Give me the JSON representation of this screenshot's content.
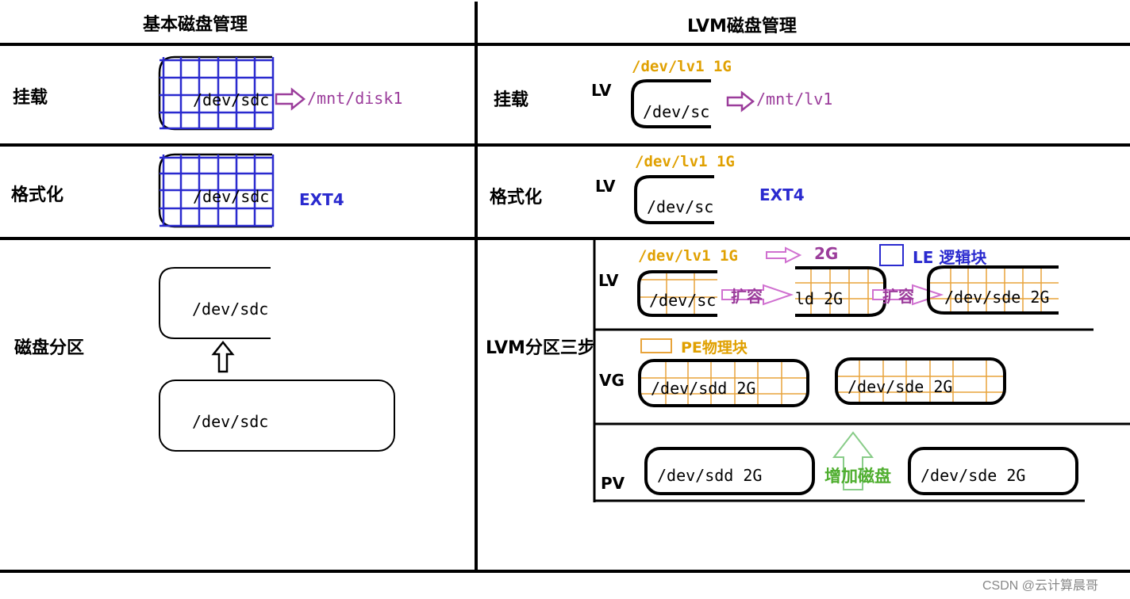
{
  "headers": {
    "basic": "基本磁盘管理",
    "lvm": "LVM磁盘管理"
  },
  "rows": {
    "mount": "挂载",
    "format": "格式化",
    "partition": "磁盘分区",
    "lvm_partition": "LVM分区三步"
  },
  "layers": {
    "lv": "LV",
    "vg": "VG",
    "pv": "PV"
  },
  "basic": {
    "mount_dev": "/dev/sdc",
    "mount_target": "/mnt/disk1",
    "format_dev": "/dev/sdc",
    "format_fs": "EXT4",
    "part_dev_top": "/dev/sdc",
    "part_dev_bottom": "/dev/sdc"
  },
  "lvm": {
    "mount_lv_name": "/dev/lv1  1G",
    "mount_dev": "/dev/sc",
    "mount_target": "/mnt/lv1",
    "format_lv_name": "/dev/lv1  1G",
    "format_dev": "/dev/sc",
    "format_fs": "EXT4",
    "part_lv_name": "/dev/lv1  1G",
    "part_lv_size2": "2G",
    "le_legend": "LE 逻辑块",
    "lv_box1": "/dev/sc",
    "expand1": "扩容",
    "lv_box2": "ld  2G",
    "expand2": "扩容",
    "lv_box3": "/dev/sde  2G",
    "pe_legend": "PE物理块",
    "vg_box1": "/dev/sdd  2G",
    "vg_box2": "/dev/sde  2G",
    "pv_box1": "/dev/sdd  2G",
    "add_disk": "增加磁盘",
    "pv_box2": "/dev/sde  2G"
  },
  "watermark": "CSDN @云计算晨哥",
  "colors": {
    "grid_blue": "#2a2acf",
    "grid_orange": "#e8a33a",
    "text_orange": "#e0a000",
    "purple": "#9b3d9b",
    "green": "#4fae2f",
    "line": "#000000"
  }
}
